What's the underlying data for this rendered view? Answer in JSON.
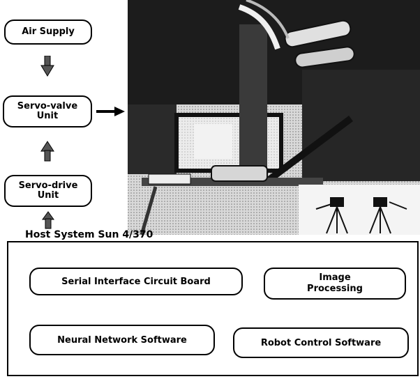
{
  "flow": {
    "air_supply": "Air Supply",
    "servo_valve_line1": "Servo-valve",
    "servo_valve_line2": "Unit",
    "servo_drive_line1": "Servo-drive",
    "servo_drive_line2": "Unit"
  },
  "host": {
    "title": "Host System Sun 4/370",
    "serial_board": "Serial Interface Circuit Board",
    "image_line1": "Image",
    "image_line2": "Processing",
    "neural_software": "Neural Network Software",
    "robot_software": "Robot Control Software"
  },
  "photo": {
    "icon": "robot-arm-photo"
  }
}
